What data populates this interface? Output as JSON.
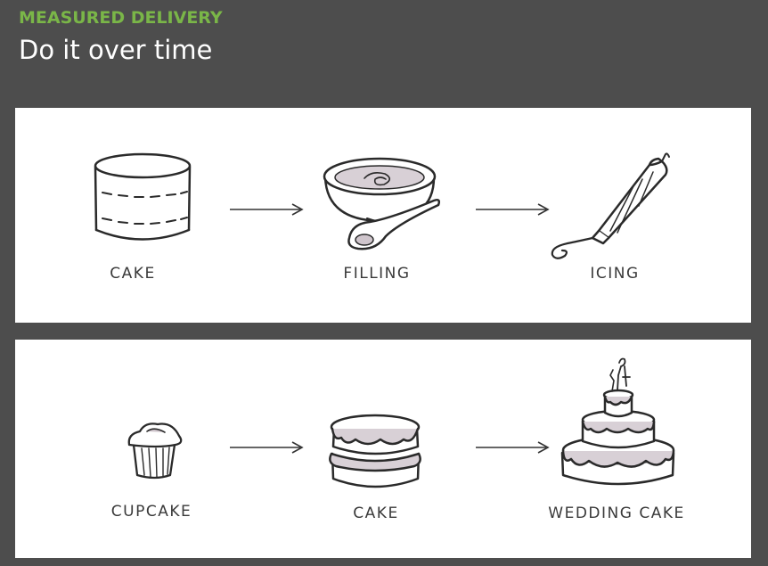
{
  "header": {
    "kicker": "MEASURED DELIVERY",
    "title": "Do it over time"
  },
  "rows": [
    {
      "items": [
        {
          "label": "CAKE",
          "icon": "layer-cake-sketch-icon"
        },
        {
          "label": "FILLING",
          "icon": "bowl-and-spoon-icon"
        },
        {
          "label": "ICING",
          "icon": "piping-bag-icon"
        }
      ]
    },
    {
      "items": [
        {
          "label": "CUPCAKE",
          "icon": "cupcake-icon"
        },
        {
          "label": "CAKE",
          "icon": "frosted-cake-icon"
        },
        {
          "label": "WEDDING CAKE",
          "icon": "wedding-cake-icon"
        }
      ]
    }
  ],
  "colors": {
    "background": "#4d4d4d",
    "accent": "#7ab648",
    "panel": "#ffffff",
    "ink": "#2a2a2a"
  }
}
